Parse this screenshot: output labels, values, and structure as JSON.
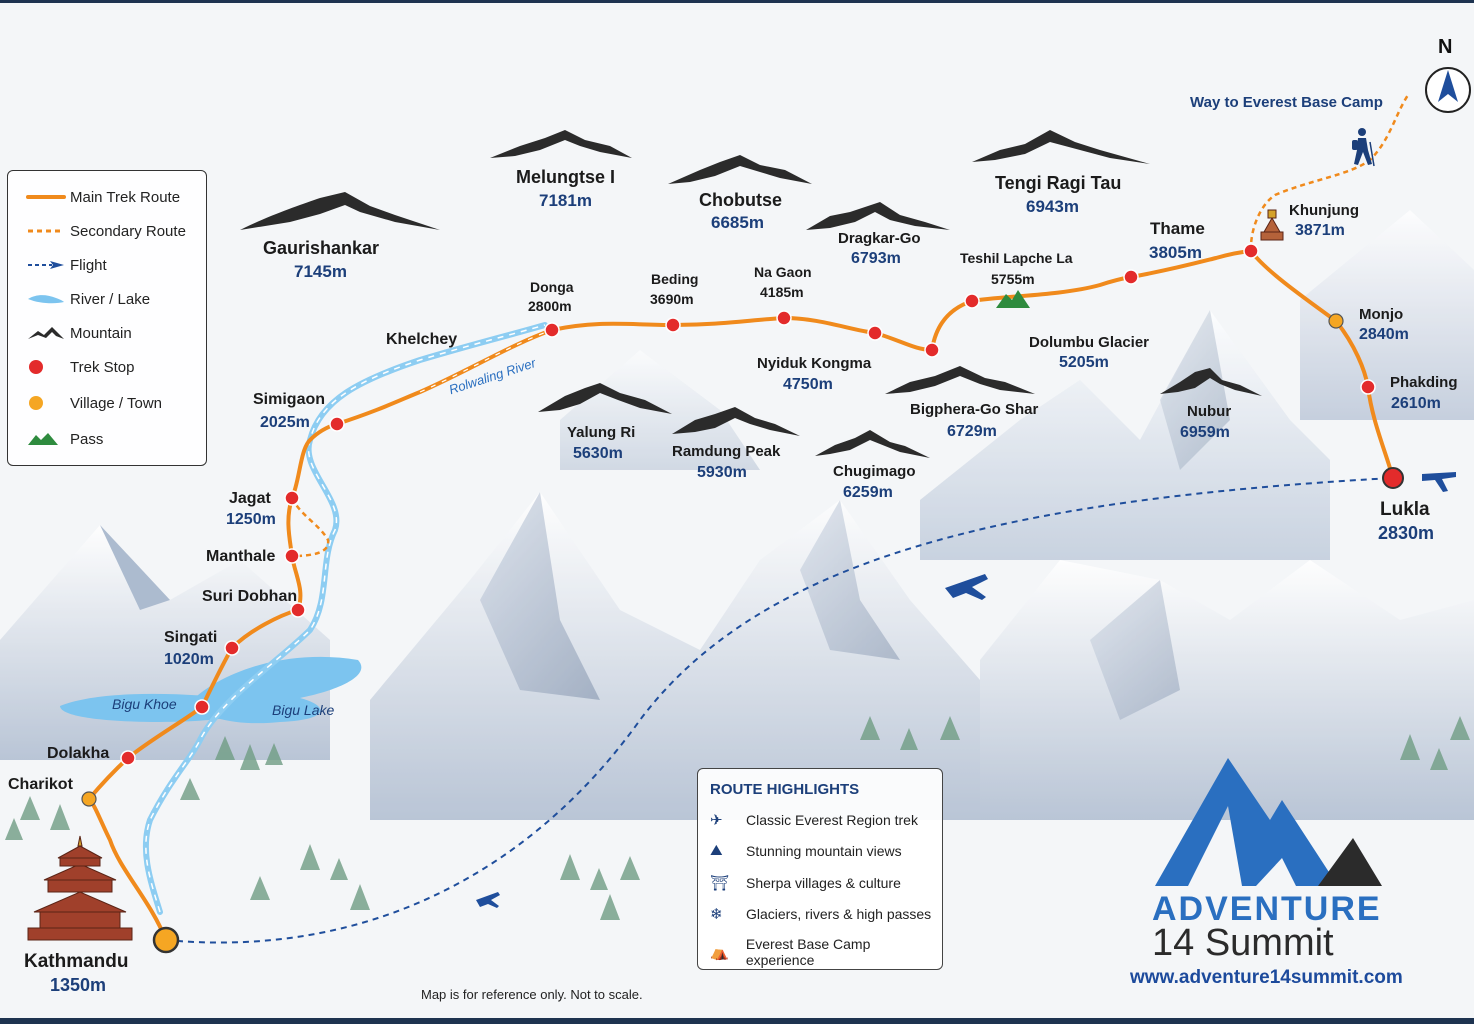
{
  "legend": {
    "items": [
      {
        "label": "Main Trek Route",
        "icon": "main-route-line"
      },
      {
        "label": "Secondary Route",
        "icon": "secondary-route-dashed"
      },
      {
        "label": "Flight",
        "icon": "flight-plane"
      },
      {
        "label": "River / Lake",
        "icon": "river-lake"
      },
      {
        "label": "Mountain",
        "icon": "mountain"
      },
      {
        "label": "Trek Stop",
        "icon": "trek-stop-red-dot"
      },
      {
        "label": "Village / Town",
        "icon": "village-orange-dot"
      },
      {
        "label": "Pass",
        "icon": "pass-green-peaks"
      }
    ]
  },
  "stops": {
    "kathmandu": {
      "name": "Kathmandu",
      "elev": "1350m"
    },
    "charikot": {
      "name": "Charikot"
    },
    "dolakha": {
      "name": "Dolakha"
    },
    "singati": {
      "name": "Singati",
      "elev": "1020m"
    },
    "suri_dobhan": {
      "name": "Suri Dobhan"
    },
    "manthale": {
      "name": "Manthale"
    },
    "jagat": {
      "name": "Jagat",
      "elev": "1250m"
    },
    "simigaon": {
      "name": "Simigaon",
      "elev": "2025m"
    },
    "khelchey": {
      "name": "Khelchey"
    },
    "donga": {
      "name": "Donga",
      "elev": "2800m"
    },
    "beding": {
      "name": "Beding",
      "elev": "3690m"
    },
    "na_gaon": {
      "name": "Na Gaon",
      "elev": "4185m"
    },
    "nyiduk_kongma": {
      "name": "Nyiduk Kongma",
      "elev": "4750m"
    },
    "teshil_lapche_la": {
      "name": "Teshil Lapche La",
      "elev": "5755m"
    },
    "thame": {
      "name": "Thame",
      "elev": "3805m"
    },
    "khunjung": {
      "name": "Khunjung",
      "elev": "3871m"
    },
    "monjo": {
      "name": "Monjo",
      "elev": "2840m"
    },
    "phakding": {
      "name": "Phakding",
      "elev": "2610m"
    },
    "lukla": {
      "name": "Lukla",
      "elev": "2830m"
    }
  },
  "peaks": {
    "gaurishankar": {
      "name": "Gaurishankar",
      "elev": "7145m"
    },
    "melungtse": {
      "name": "Melungtse I",
      "elev": "7181m"
    },
    "chobutse": {
      "name": "Chobutse",
      "elev": "6685m"
    },
    "dragkar_go": {
      "name": "Dragkar-Go",
      "elev": "6793m"
    },
    "tengi_ragi_tau": {
      "name": "Tengi Ragi Tau",
      "elev": "6943m"
    },
    "yalung_ri": {
      "name": "Yalung Ri",
      "elev": "5630m"
    },
    "ramdung_peak": {
      "name": "Ramdung Peak",
      "elev": "5930m"
    },
    "chugimago": {
      "name": "Chugimago",
      "elev": "6259m"
    },
    "bigphera_go_shar": {
      "name": "Bigphera-Go Shar",
      "elev": "6729m"
    },
    "dolumbu_glacier": {
      "name": "Dolumbu Glacier",
      "elev": "5205m"
    },
    "nubur": {
      "name": "Nubur",
      "elev": "6959m"
    }
  },
  "water": {
    "rolwaling_river": "Rolwaling River",
    "bigu_khoe": "Bigu Khoe",
    "bigu_lake": "Bigu Lake"
  },
  "way_to_ebc": "Way to Everest Base Camp",
  "compass": "N",
  "highlights": {
    "title": "ROUTE HIGHLIGHTS",
    "items": [
      {
        "text": "Classic Everest Region trek",
        "icon": "plane-icon"
      },
      {
        "text": "Stunning mountain views",
        "icon": "mountain-icon"
      },
      {
        "text": "Sherpa villages & culture",
        "icon": "temple-icon"
      },
      {
        "text": "Glaciers, rivers & high passes",
        "icon": "glacier-icon"
      },
      {
        "text": "Everest Base Camp experience",
        "icon": "camp-icon"
      }
    ]
  },
  "brand": {
    "line1": "ADVENTURE",
    "line2": "14 Summit",
    "url": "www.adventure14summit.com"
  },
  "note": "Map is for reference only. Not to scale.",
  "colors": {
    "route": "#f08a1c",
    "stop": "#e32b2b",
    "village": "#f5a623",
    "river": "#7cc4ef",
    "flight": "#1f4e9c",
    "elevation_text": "#1c3f7a",
    "brand_blue": "#2a6fc0"
  }
}
